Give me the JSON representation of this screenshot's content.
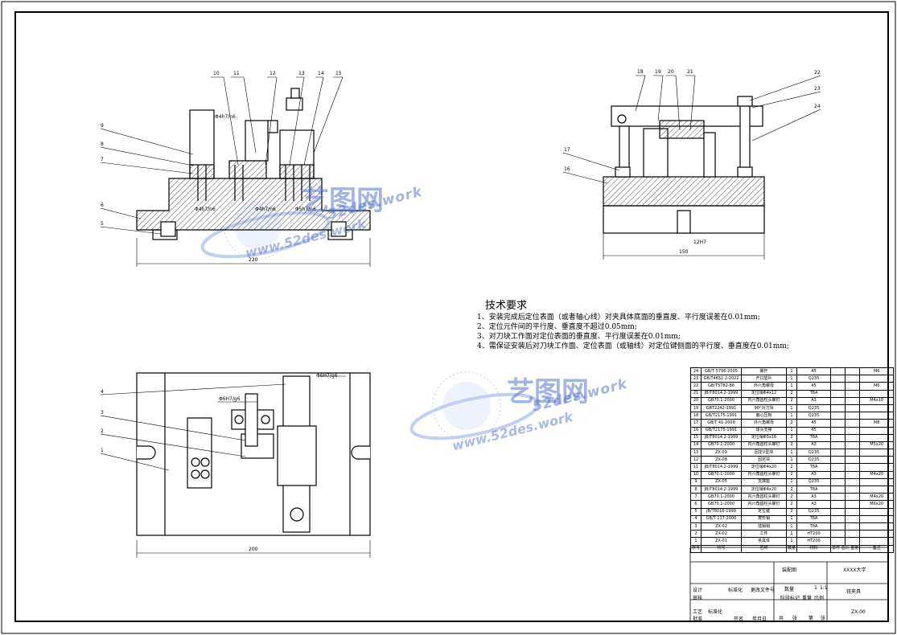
{
  "tech_requirements": {
    "title": "技术要求",
    "items": [
      "1、安装完成后定位表面（或者轴心线）对夹具体底面的垂直度、平行度误差在0.01mm;",
      "2、定位元件间的平行度、垂直度不超过0.05mm;",
      "3、对刀块工作面对定位表面的垂直度、平行度误差在0.01mm;",
      "4、需保证安装后对刀块工作面、定位表面（或轴线）对定位键侧面的平行度、垂直度在0.01mm;"
    ]
  },
  "front_view": {
    "callouts": [
      "10",
      "11",
      "12",
      "13",
      "14",
      "15",
      "9",
      "8",
      "7",
      "6",
      "5"
    ],
    "fits": [
      "Φ4h7/n6",
      "Φ4h7/n6",
      "Φ4h7/n6",
      "Φ5h7/n6"
    ],
    "dimension": "220"
  },
  "side_view": {
    "callouts": [
      "18",
      "19",
      "20",
      "21",
      "22",
      "23",
      "24",
      "17",
      "16"
    ],
    "fit": "12H7",
    "dimension": "150"
  },
  "top_view": {
    "callouts": [
      "4",
      "3",
      "2",
      "1"
    ],
    "fits": [
      "Φ6H7/g6",
      "Φ6H7/g6"
    ],
    "dimension": "200"
  },
  "watermark": {
    "brand": "艺图网",
    "domain": "52des.work",
    "url": "www.52des.work"
  },
  "bom": [
    {
      "no": "24",
      "code": "GB/T 5796-2005",
      "name": "螺杆",
      "qty": "1",
      "mat": "45",
      "note": "M6"
    },
    {
      "no": "23",
      "code": "GB/T4652.2-2022",
      "name": "开口垫片",
      "qty": "1",
      "mat": "Q235",
      "note": ""
    },
    {
      "no": "22",
      "code": "GB/T5782-86",
      "name": "外六角螺母",
      "qty": "1",
      "mat": "45",
      "note": "M6"
    },
    {
      "no": "21",
      "code": "JB/T8014.2-1999",
      "name": "定位销Φ4x12",
      "qty": "2",
      "mat": "T8A",
      "note": ""
    },
    {
      "no": "20",
      "code": "GB70.1-2000",
      "name": "内六角圆柱头螺钉",
      "qty": "2",
      "mat": "A3",
      "note": "M4x10"
    },
    {
      "no": "19",
      "code": "GBT2242-1991",
      "name": "90°对刀块",
      "qty": "1",
      "mat": "Q235",
      "note": ""
    },
    {
      "no": "18",
      "code": "GB/T2175-1991",
      "name": "偏心压板",
      "qty": "1",
      "mat": "Q235",
      "note": ""
    },
    {
      "no": "17",
      "code": "GB/T 41-2000",
      "name": "外六角螺母",
      "qty": "2",
      "mat": "45",
      "note": "M8"
    },
    {
      "no": "16",
      "code": "GB/T2175-1991",
      "name": "球头支撑",
      "qty": "1",
      "mat": "45",
      "note": ""
    },
    {
      "no": "15",
      "code": "JB/T8014.2-1999",
      "name": "定位销Φ5x16",
      "qty": "2",
      "mat": "T8A",
      "note": ""
    },
    {
      "no": "14",
      "code": "GB70.1-2000",
      "name": "内六角圆柱头螺钉",
      "qty": "2",
      "mat": "A3",
      "note": "M5x20"
    },
    {
      "no": "13",
      "code": "ZX-09",
      "name": "固定V型块",
      "qty": "1",
      "mat": "Q235",
      "note": ""
    },
    {
      "no": "12",
      "code": "ZX-08",
      "name": "固定块",
      "qty": "1",
      "mat": "Q235",
      "note": ""
    },
    {
      "no": "11",
      "code": "JB/T8014.2-1999",
      "name": "定位销Φ4x20",
      "qty": "2",
      "mat": "T8A",
      "note": ""
    },
    {
      "no": "10",
      "code": "GB70.1-2000",
      "name": "内六角圆柱头螺钉",
      "qty": "2",
      "mat": "A3",
      "note": "M4x20"
    },
    {
      "no": "9",
      "code": "ZX-05",
      "name": "支撑座",
      "qty": "1",
      "mat": "Q235",
      "note": ""
    },
    {
      "no": "8",
      "code": "JB/T8014.2-1999",
      "name": "定位销Φ4x20",
      "qty": "2",
      "mat": "T8A",
      "note": ""
    },
    {
      "no": "7",
      "code": "GB70.1-2000",
      "name": "内六角圆柱头螺钉",
      "qty": "2",
      "mat": "A3",
      "note": "M4x20"
    },
    {
      "no": "6",
      "code": "GB70.1-2000",
      "name": "内六角圆柱头螺钉",
      "qty": "2",
      "mat": "A3",
      "note": "M6x20"
    },
    {
      "no": "5",
      "code": "JB/T8016-1999",
      "name": "定位键",
      "qty": "2",
      "mat": "Q235",
      "note": ""
    },
    {
      "no": "4",
      "code": "GB/T 117-2000",
      "name": "菱形销",
      "qty": "1",
      "mat": "T8A",
      "note": ""
    },
    {
      "no": "3",
      "code": "ZX-02",
      "name": "插销销",
      "qty": "1",
      "mat": "T8A",
      "note": ""
    },
    {
      "no": "2",
      "code": "ZX-02",
      "name": "工件",
      "qty": "1",
      "mat": "HT200",
      "note": ""
    },
    {
      "no": "1",
      "code": "ZX-01",
      "name": "夹具体",
      "qty": "1",
      "mat": "HT200",
      "note": ""
    }
  ],
  "bom_header": {
    "no": "序号",
    "code": "代号",
    "name": "名称",
    "qty": "数量",
    "mat": "材料",
    "weight": "单件 总计 重量",
    "note": "备注"
  },
  "title_block": {
    "assembly_label": "装配图",
    "university": "XXXX大学",
    "part_name": "铣夹具",
    "drawing_no": "ZX-00",
    "qty_label": "数量",
    "qty": "1",
    "scale_label": "比例",
    "scale": "1:1",
    "stage_label": "阶段标记",
    "weight_label": "重量",
    "sheet_total": "共",
    "sheet_label": "张",
    "sheet_no": "第",
    "sheet_unit": "张",
    "designer_label": "设计",
    "checker_label": "审核",
    "craft_label": "工艺",
    "standard_label": "标准化",
    "approve_label": "批准",
    "std_check": "标准化",
    "file_label": "更改文件号",
    "sign_label": "签名",
    "date_label": "年月日"
  }
}
